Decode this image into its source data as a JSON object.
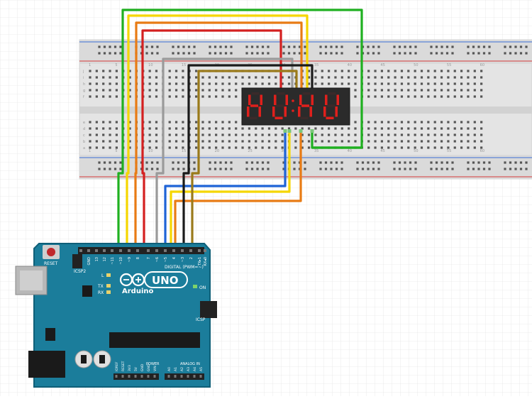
{
  "breadboard": {
    "column_numbers": [
      "1",
      "5",
      "10",
      "15",
      "20",
      "25",
      "30",
      "35",
      "40",
      "45",
      "50",
      "55",
      "60"
    ],
    "row_letters_top": [
      "j",
      "i",
      "h",
      "g",
      "f"
    ],
    "row_letters_bottom": [
      "e",
      "d",
      "c",
      "b",
      "a"
    ]
  },
  "display": {
    "text": "HUHU",
    "segment_color": "#e0201c"
  },
  "arduino": {
    "logo_text": "Arduino",
    "model": "UNO",
    "digital_label": "DIGITAL (PWM=~)",
    "reset_label": "RESET",
    "icsp2_label": "ICSP2",
    "icsp_label": "ICSP",
    "on_label": "ON",
    "led_labels": [
      "L",
      "TX",
      "RX"
    ],
    "power_label": "POWER",
    "analog_label": "ANALOG IN",
    "digital_pins": [
      "AREF",
      "GND",
      "13",
      "12",
      "~11",
      "~10",
      "~9",
      "8",
      "7",
      "~6",
      "~5",
      "4",
      "~3",
      "2",
      "TX▸1",
      "RX◂0"
    ],
    "power_pins": [
      "IOREF",
      "RESET",
      "3V3",
      "5V",
      "GND",
      "GND",
      "VIN"
    ],
    "analog_pins": [
      "A0",
      "A1",
      "A2",
      "A3",
      "A4",
      "A5"
    ]
  },
  "wires": [
    {
      "name": "pin12",
      "color": "#1fb020"
    },
    {
      "name": "pin11",
      "color": "#f5d600"
    },
    {
      "name": "pin10",
      "color": "#e87b14"
    },
    {
      "name": "pin9",
      "color": "#d42020"
    },
    {
      "name": "pin7",
      "color": "#9a9a9a"
    },
    {
      "name": "pin6",
      "color": "#1e63d6"
    },
    {
      "name": "pin5",
      "color": "#f5d600"
    },
    {
      "name": "pin4",
      "color": "#e87b14"
    },
    {
      "name": "pin3",
      "color": "#1a1a1a"
    },
    {
      "name": "pin2",
      "color": "#9a7a1a"
    },
    {
      "name": "loop",
      "color": "#1fb020"
    }
  ]
}
